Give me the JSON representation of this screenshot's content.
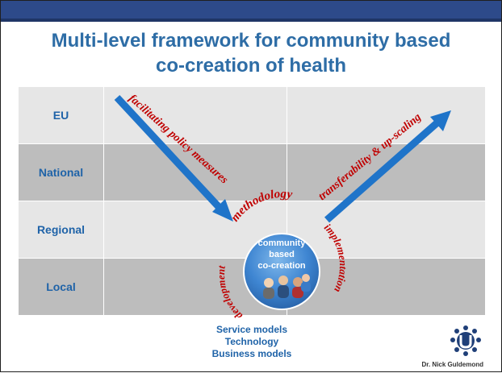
{
  "slide": {
    "title_line1": "Multi-level framework for community based",
    "title_line2": "co-creation of health",
    "levels": [
      "EU",
      "National",
      "Regional",
      "Local"
    ],
    "arrow_down_label": "facilitating policy measures",
    "arrow_up_label": "transferability & up-scaling",
    "ring_top": "methodology",
    "ring_right": "implementation",
    "ring_left": "development",
    "circle_lines": [
      "community",
      "based",
      "co-creation"
    ],
    "outputs": [
      "Service models",
      "Technology",
      "Business models"
    ],
    "credit": "Dr. Nick Guldemond",
    "colors": {
      "title": "#2e6da6",
      "arrow": "#1f74c9",
      "arrow_text": "#c00000",
      "band_light": "#e6e6e6",
      "band_dark": "#bdbdbd",
      "label": "#1f63a8"
    }
  }
}
